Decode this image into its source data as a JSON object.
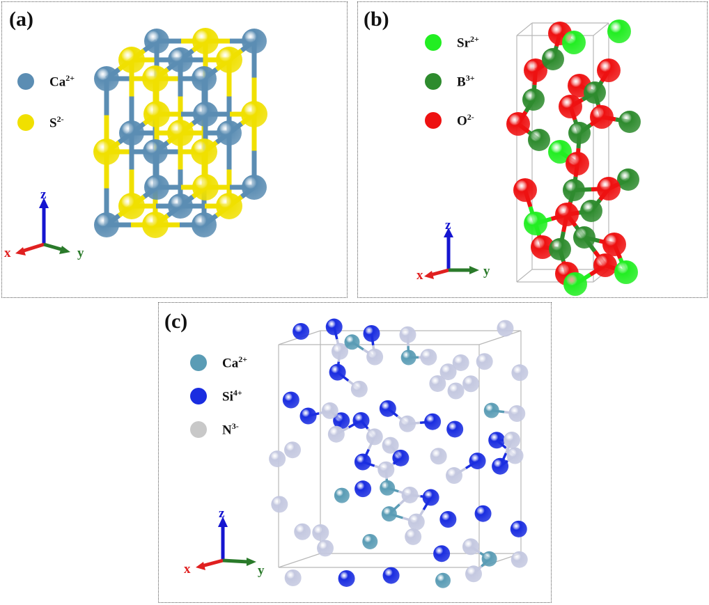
{
  "panels": {
    "a": {
      "label": "(a)",
      "legend": [
        {
          "ion": "Ca",
          "charge": "2+",
          "color": "#5b8db3"
        },
        {
          "ion": "S",
          "charge": "2-",
          "color": "#f0e000"
        }
      ],
      "axes": {
        "z": "z",
        "x": "x",
        "y": "y"
      }
    },
    "b": {
      "label": "(b)",
      "legend": [
        {
          "ion": "Sr",
          "charge": "2+",
          "color": "#22ee22"
        },
        {
          "ion": "B",
          "charge": "3+",
          "color": "#2e8b2e"
        },
        {
          "ion": "O",
          "charge": "2-",
          "color": "#ee1111"
        }
      ],
      "axes": {
        "z": "z",
        "x": "x",
        "y": "y"
      }
    },
    "c": {
      "label": "(c)",
      "legend": [
        {
          "ion": "Ca",
          "charge": "2+",
          "color": "#5a9cb5"
        },
        {
          "ion": "Si",
          "charge": "4+",
          "color": "#1a2de0"
        },
        {
          "ion": "N",
          "charge": "3-",
          "color": "#c8c8c8"
        }
      ],
      "axes": {
        "z": "z",
        "x": "x",
        "y": "y"
      }
    }
  },
  "colors": {
    "axis_x": "#e02020",
    "axis_y": "#2a7a2a",
    "axis_z": "#1515d0",
    "cell_line": "#b8b8b8"
  }
}
